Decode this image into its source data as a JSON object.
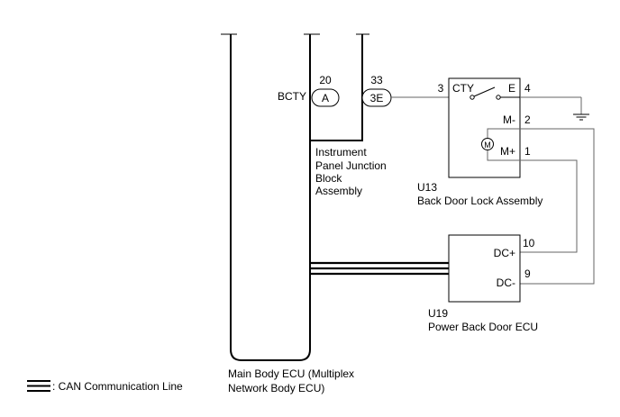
{
  "main_ecu": {
    "signal_label": "BCTY",
    "name_line1": "Main Body ECU (Multiplex",
    "name_line2": "Network Body ECU)"
  },
  "junction_block": {
    "connector_a_pin": "20",
    "connector_a_label": "A",
    "connector_3e_pin": "33",
    "connector_3e_label": "3E",
    "name_lines": [
      "Instrument",
      "Panel Junction",
      "Block",
      "Assembly"
    ]
  },
  "back_door_lock": {
    "code": "U13",
    "name": "Back Door Lock Assembly",
    "pin_cty": "3",
    "label_cty": "CTY",
    "pin_e": "4",
    "label_e": "E",
    "pin_mminus": "2",
    "label_mminus": "M-",
    "pin_mplus": "1",
    "label_mplus": "M+",
    "motor_symbol": "M"
  },
  "power_back_door_ecu": {
    "code": "U19",
    "name": "Power Back Door ECU",
    "pin_dcplus": "10",
    "label_dcplus": "DC+",
    "pin_dcminus": "9",
    "label_dcminus": "DC-"
  },
  "legend": {
    "can_label": ": CAN Communication Line"
  },
  "icons": {
    "ground": "ground-icon",
    "motor": "motor-icon",
    "switch": "switch-icon"
  }
}
